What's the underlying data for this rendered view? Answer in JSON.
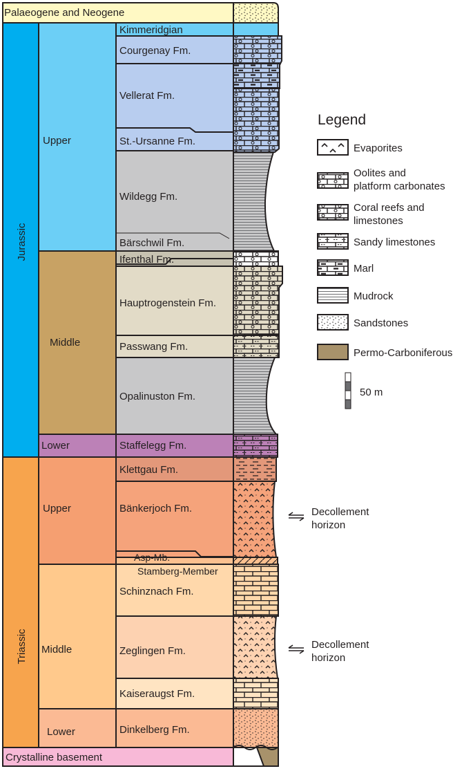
{
  "units": {
    "top": "Palaeogene and Neogene",
    "bottom": "Crystalline basement"
  },
  "systems": [
    {
      "label": "Jurassic",
      "color": "#00aeef"
    },
    {
      "label": "Triassic",
      "color": "#f7a44d"
    }
  ],
  "series": [
    {
      "label": "Upper",
      "color": "#6ccff6"
    },
    {
      "label": "Middle",
      "color": "#c8a264"
    },
    {
      "label": "Lower",
      "color": "#bc81b7"
    },
    {
      "label": "Upper",
      "color": "#f59f71"
    },
    {
      "label": "Middle",
      "color": "#ffc98c"
    },
    {
      "label": "Lower",
      "color": "#fbba94"
    }
  ],
  "formations": [
    {
      "label": "Kimmeridgian",
      "color": "#6ccff6"
    },
    {
      "label": "Courgenay Fm.",
      "color": "#b8cdef"
    },
    {
      "label": "Vellerat Fm.",
      "color": "#b8cdef"
    },
    {
      "label": "St.-Ursanne Fm.",
      "color": "#b8cdef"
    },
    {
      "label": "Wildegg Fm.",
      "color": "#c8c8c9"
    },
    {
      "label": "Bärschwil Fm.",
      "color": "#c8c8c9"
    },
    {
      "label": "Ifenthal Fm.",
      "color": "#c7c2b1"
    },
    {
      "label": "Hauptrogenstein Fm.",
      "color": "#e2dbc7"
    },
    {
      "label": "Passwang Fm.",
      "color": "#e2dbc7"
    },
    {
      "label": "Opalinuston Fm.",
      "color": "#c8c8c9"
    },
    {
      "label": "Staffelegg Fm.",
      "color": "#bc81b7"
    },
    {
      "label": "Klettgau Fm.",
      "color": "#e3987a"
    },
    {
      "label": "Bänkerjoch Fm.",
      "color": "#f5a37b"
    },
    {
      "label": "Asp-Mb.",
      "color": "#fbc08f"
    },
    {
      "label": "Stamberg-Member",
      "color": "#ffd8ab"
    },
    {
      "label": "Schinznach Fm.",
      "color": "#ffd8ab"
    },
    {
      "label": "Zeglingen Fm.",
      "color": "#fdd2b1"
    },
    {
      "label": "Kaiseraugst Fm.",
      "color": "#ffe4c2"
    },
    {
      "label": "Dinkelberg Fm.",
      "color": "#fbba94"
    }
  ],
  "decollement": [
    "Decollement",
    "horizon"
  ],
  "legend": {
    "title": "Legend",
    "items": [
      {
        "label": [
          "Evaporites"
        ],
        "icon": "evaporites-icon"
      },
      {
        "label": [
          "Oolites and",
          "platform carbonates"
        ],
        "icon": "oolites-icon"
      },
      {
        "label": [
          "Coral reefs and",
          "limestones"
        ],
        "icon": "coral-reefs-icon"
      },
      {
        "label": [
          "Sandy limestones"
        ],
        "icon": "sandy-limestones-icon"
      },
      {
        "label": [
          "Marl"
        ],
        "icon": "marl-icon"
      },
      {
        "label": [
          "Mudrock"
        ],
        "icon": "mudrock-icon"
      },
      {
        "label": [
          "Sandstones"
        ],
        "icon": "sandstones-icon"
      },
      {
        "label": [
          "Permo-Carboniferous"
        ],
        "icon": "permo-carboniferous-icon"
      }
    ],
    "scale_label": "50 m"
  },
  "colors": {
    "top_unit": "#fff9c4",
    "basement": "#f8b9d7",
    "permo": "#a8926b",
    "lime_blue": "#b8cdef",
    "lime_beige": "#e2dbc7",
    "lime_orange": "#ffd8ab",
    "mud_grey": "#c8c8c9"
  }
}
